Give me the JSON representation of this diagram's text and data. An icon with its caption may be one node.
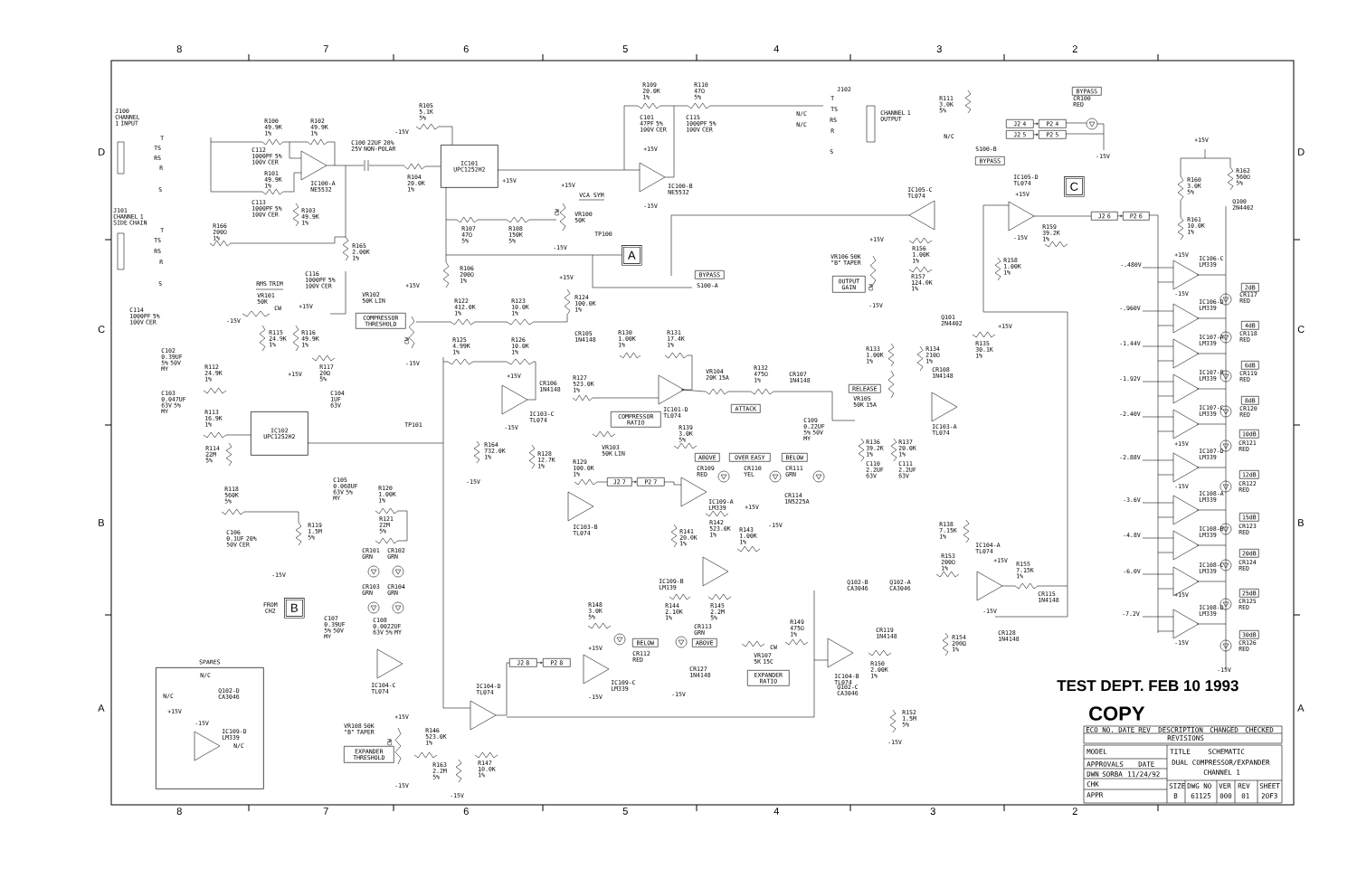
{
  "diagram": {
    "nodes": [
      {
        "text": [
          "BYPASS"
        ]
      },
      {
        "text": [
          "BYPASS"
        ]
      },
      {
        "text": [
          "J2 4"
        ]
      },
      {
        "text": [
          "P2 4"
        ]
      },
      {
        "text": [
          "J2 5"
        ]
      },
      {
        "text": [
          "P2 5"
        ]
      },
      {
        "text": [
          "C"
        ]
      },
      {
        "text": [
          "J2 6"
        ]
      },
      {
        "text": [
          "P2 6"
        ]
      },
      {
        "text": [
          "IC101 UPC1252H2"
        ]
      },
      {
        "text": [
          "A"
        ]
      },
      {
        "text": [
          "BYPASS"
        ]
      },
      {
        "text": [
          "OUTPUT GAIN"
        ]
      },
      {
        "text": [
          "COMPRESSOR THRESHOLD"
        ]
      },
      {
        "text": [
          "2dB"
        ]
      },
      {
        "text": [
          "4dB"
        ]
      },
      {
        "text": [
          "6dB"
        ]
      },
      {
        "text": [
          "8dB"
        ]
      },
      {
        "text": [
          "10dB"
        ]
      },
      {
        "text": [
          "12dB"
        ]
      },
      {
        "text": [
          "15dB"
        ]
      },
      {
        "text": [
          "20dB"
        ]
      },
      {
        "text": [
          "25dB"
        ]
      },
      {
        "text": [
          "30dB"
        ]
      },
      {
        "text": [
          "RELEASE"
        ]
      },
      {
        "text": [
          "ATTACK"
        ]
      },
      {
        "text": [
          "COMPRESSOR RATIO"
        ]
      },
      {
        "text": [
          "IC102 UPC1252H2"
        ]
      },
      {
        "text": [
          "ABOVE"
        ]
      },
      {
        "text": [
          "OVER EASY"
        ]
      },
      {
        "text": [
          "BELOW"
        ]
      },
      {
        "text": [
          "J2 7"
        ]
      },
      {
        "text": [
          "P2 7"
        ]
      },
      {
        "text": [
          "B"
        ],
        "beside": [
          "FROM CH2"
        ]
      },
      {
        "text": [
          "BELOW"
        ]
      },
      {
        "text": [
          "ABOVE"
        ]
      },
      {
        "text": [
          "J2 8"
        ]
      },
      {
        "text": [
          "P2 8"
        ]
      },
      {
        "text": [
          "EXPANDER RATIO"
        ]
      },
      {
        "text": [
          "SPARES"
        ]
      },
      {
        "text": [
          "EXPANDER THRESHOLD"
        ]
      }
    ],
    "edges": [
      {
        "from": 2,
        "to": 3,
        "arrow": "to"
      },
      {
        "from": 4,
        "to": 5,
        "arrow": "to"
      },
      {
        "from": 7,
        "to": 8,
        "arrow": "to"
      },
      {
        "from": 31,
        "to": 32,
        "arrow": "to"
      },
      {
        "from": 36,
        "to": 37,
        "arrow": "to"
      }
    ],
    "labels": [
      "8",
      "7",
      "6",
      "5",
      "4",
      "3",
      "2",
      "D",
      "C",
      "B",
      "A",
      "D",
      "C",
      "B",
      "A",
      "8",
      "7",
      "6",
      "5",
      "4",
      "3",
      "2",
      "T",
      "TS",
      "RS",
      "R",
      "S",
      "T",
      "TS",
      "RS",
      "R",
      "S",
      "T",
      "TS",
      "RS",
      "R",
      "S",
      "N/C",
      "N/C",
      "J100 CHANNEL 1 INPUT",
      "CHANNEL 1 OUTPUT",
      "R100 49.9K 1%",
      "R102 49.9K 1%",
      "C112 1000PF 5% 100V CER",
      "R101 49.9K 1%",
      "IC100-A NE5532",
      "C113 1000PF 5% 100V CER",
      "R103 49.9K 1%",
      "C100 22UF 20% 25V NON-POLAR",
      "R105 5.1K 5%",
      "-15V",
      "R104 20.0K 1%",
      "+15V",
      "J101 CHANNEL 1 SIDE CHAIN",
      "R166 200Ω 1%",
      "R165 2.00K 1%",
      "R107 47Ω 5%",
      "R108 150K 5%",
      "C116 1000PF 5% 100V CER",
      "R106 200Ω 1%",
      "RMS TRIM",
      "VR101 50K",
      "CW",
      "+15V",
      "-15V",
      "C114 1000PF 5% 100V CER",
      "VR102 50K LIN",
      "+15V",
      "-15V",
      "CW",
      "R122 412.0K 1%",
      "R123 10.0K 1%",
      "R125 4.99K 1%",
      "R126 10.0K 1%",
      "R115 24.9K 1%",
      "R116 49.9K 1%",
      "R117 20Ω 5%",
      "+15V",
      "C104 1UF 63V",
      "C102 0.39UF 5% 50V MY",
      "R112 24.9K 1%",
      "C103 0.047UF 63V 5% MY",
      "R113 16.9K 1%",
      "TP101",
      "+15V",
      "-15V",
      "CR106 1N4148",
      "IC103-C TL074",
      "R114 22M 5%",
      "-15V",
      "R164 732.0K 1%",
      "R128 12.7K 1%",
      "R118 560K 5%",
      "C105 0.068UF 63V 5% MY",
      "R120 1.00K 1%",
      "R121 22M 5%",
      "C106 0.1UF 20% 50V CER",
      "R119 1.5M 5%",
      "-15V",
      "CR101 GRN",
      "CR102 GRN",
      "CR103 GRN",
      "CR104 GRN",
      "C107 0.39UF 5% 50V MY",
      "C108 0.0022UF 63V 5% MY",
      "IC104-C TL074",
      "IC104-D TL074",
      "VR108 50K \"B\" TAPER",
      "+15V",
      "-15V",
      "CW",
      "R146 523.0K 1%",
      "R163 2.2M 5%",
      "R147 10.0K 1%",
      "-15V",
      "R109 20.0K 1%",
      "R110 47Ω 5%",
      "C101 47PF 5% 100V CER",
      "C115 1000PF 5% 100V CER",
      "+15V",
      "IC100-B NE5532",
      "-15V",
      "J102",
      "R111 3.0K 5%",
      "N/C",
      "S100-B",
      "CR100 RED",
      "-15V",
      "+15V",
      "VCA SYM",
      "VR100 50K",
      "CW",
      "-15V",
      "TP100",
      "+15V",
      "R124 100.0K 1%",
      "CR105 1N4148",
      "S100-A",
      "IC105-C TL074",
      "+15V",
      "VR106 50K \"B\" TAPER",
      "CW",
      "-15V",
      "R156 1.00K 1%",
      "R157 124.0K 1%",
      "IC105-D TL074",
      "+15V",
      "-15V",
      "R159 39.2K 1%",
      "R158 1.00K 1%",
      "+15V",
      "R160 3.0K 5%",
      "R162 560Ω 5%",
      "Q100 2N4402",
      "R161 10.0K 1%",
      "+15V",
      "IC106-C LM339",
      "-.480V",
      "-15V",
      "CR117 RED",
      "-.960V",
      "IC106-D LM339",
      "CR118 RED",
      "-1.44V",
      "IC107-A LM339",
      "CR119 RED",
      "-1.92V",
      "IC107-B LM339",
      "CR120 RED",
      "-2.40V",
      "IC107-C LM339",
      "CR121 RED",
      "+15V",
      "IC107-D LM339",
      "-2.88V",
      "-15V",
      "CR122 RED",
      "-3.6V",
      "IC108-A LM339",
      "CR123 RED",
      "-4.8V",
      "IC108-B LM339",
      "CR124 RED",
      "-6.0V",
      "IC108-C LM339",
      "CR125 RED",
      "+15V",
      "-7.2V",
      "IC108-D LM339",
      "-15V",
      "CR126 RED",
      "-15V",
      "R130 1.00K 1%",
      "R131 17.4K 1%",
      "IC101-D TL074",
      "VR104 20K 15A",
      "R132 475Ω 1%",
      "CR107 1N4148",
      "R127 523.0K 1%",
      "Q101 2N4402",
      "+15V",
      "R133 1.00K 1%",
      "R134 210Ω 1%",
      "R135 30.1K 1%",
      "CR108 1N4148",
      "VR105 50K 15A",
      "IC103-A TL074",
      "C109 0.22UF 5% 50V MY",
      "R136 39.2K 1%",
      "R137 20.0K 1%",
      "C110 2.2UF 63V",
      "C111 2.2UF 63V",
      "R139 3.0K 5%",
      "VR103 50K LIN",
      "R129 100.0K 1%",
      "IC103-B TL074",
      "CR109 RED",
      "CR110 YEL",
      "CR111 GRN",
      "IC109-A LM339",
      "+15V",
      "CR114 1N5225A",
      "-15V",
      "R141 20.0K 1%",
      "R142 523.0K 1%",
      "R143 1.00K 1%",
      "IC109-B LM139",
      "R148 3.0K 5%",
      "R144 2.10K 1%",
      "R145 2.2M 5%",
      "CR113 GRN",
      "CR112 RED",
      "+15V",
      "IC109-C LM339",
      "-15V",
      "CR127 1N4148",
      "-15V",
      "R149 475Ω 1%",
      "VR107 5K 15C",
      "CW",
      "Q102-B CA3046",
      "Q102-A CA3046",
      "CR119 1N4148",
      "R150 2.00K 1%",
      "IC104-B TL074",
      "Q102-C CA3046",
      "R152 1.5M 5%",
      "-15V",
      "R138 7.15K 1%",
      "IC104-A TL074",
      "R153 200Ω 1%",
      "+15V",
      "R155 7.15K 1%",
      "CR115 1N4148",
      "-15V",
      "R154 200Ω 1%",
      "CR128 1N4148",
      "N/C",
      "N/C",
      "Q102-D CA3046",
      "+15V",
      "-15V",
      "IC109-D LM339",
      "N/C",
      "TEST DEPT. FEB 10 1993",
      "COPY",
      "ECO NO.",
      "DATE",
      "REV",
      "DESCRIPTION",
      "CHANGED",
      "CHECKED",
      "REVISIONS",
      "MODEL",
      "APPROVALS",
      "DATE",
      "DWN",
      "SORBA",
      "11/24/92",
      "CHK",
      "APPR",
      "TITLE",
      "SCHEMATIC",
      "DUAL COMPRESSOR/EXPANDER",
      "CHANNEL 1",
      "SIZE",
      "B",
      "DWG NO",
      "61125",
      "VER",
      "000",
      "REV",
      "01",
      "SHEET",
      "2OF3"
    ]
  }
}
